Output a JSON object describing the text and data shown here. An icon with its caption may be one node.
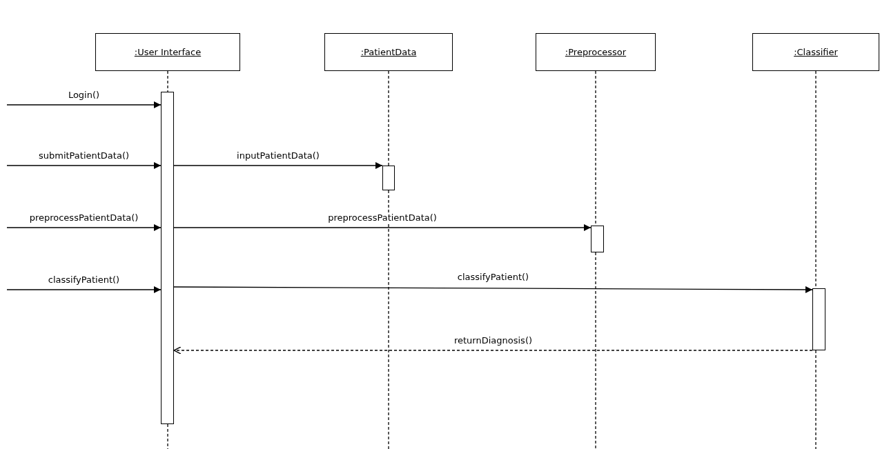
{
  "diagram": {
    "nodes": [
      {
        "text": [
          ":User Interface"
        ]
      },
      {
        "text": [
          ":PatientData"
        ]
      },
      {
        "text": [
          ":Preprocessor"
        ]
      },
      {
        "text": [
          ":Classifier"
        ]
      },
      {
        "text": [],
        "shape": "bar"
      },
      {
        "text": [],
        "shape": "bar"
      },
      {
        "text": [],
        "shape": "bar"
      },
      {
        "text": [],
        "shape": "bar"
      }
    ],
    "edges": [
      {
        "from": 0,
        "to": 4,
        "arrow": "none",
        "style": "dashed"
      },
      {
        "from": 1,
        "to": 5,
        "arrow": "none",
        "style": "dashed"
      },
      {
        "from": 2,
        "to": 6,
        "arrow": "none",
        "style": "dashed"
      },
      {
        "from": 3,
        "to": 7,
        "arrow": "none",
        "style": "dashed"
      },
      {
        "from": null,
        "to": 4,
        "arrow": "to",
        "label": "Login()"
      },
      {
        "from": null,
        "to": 4,
        "arrow": "to",
        "label": "submitPatientData()"
      },
      {
        "from": 4,
        "to": 5,
        "arrow": "to",
        "label": "inputPatientData()"
      },
      {
        "from": null,
        "to": 4,
        "arrow": "to",
        "label": "preprocessPatientData()"
      },
      {
        "from": 4,
        "to": 6,
        "arrow": "to",
        "label": "preprocessPatientData()"
      },
      {
        "from": null,
        "to": 4,
        "arrow": "to",
        "label": "classifyPatient()"
      },
      {
        "from": 4,
        "to": 7,
        "arrow": "to",
        "label": "classifyPatient()"
      },
      {
        "from": 7,
        "to": 4,
        "arrow": "to",
        "label": "returnDiagnosis()",
        "style": "dashed"
      }
    ]
  }
}
